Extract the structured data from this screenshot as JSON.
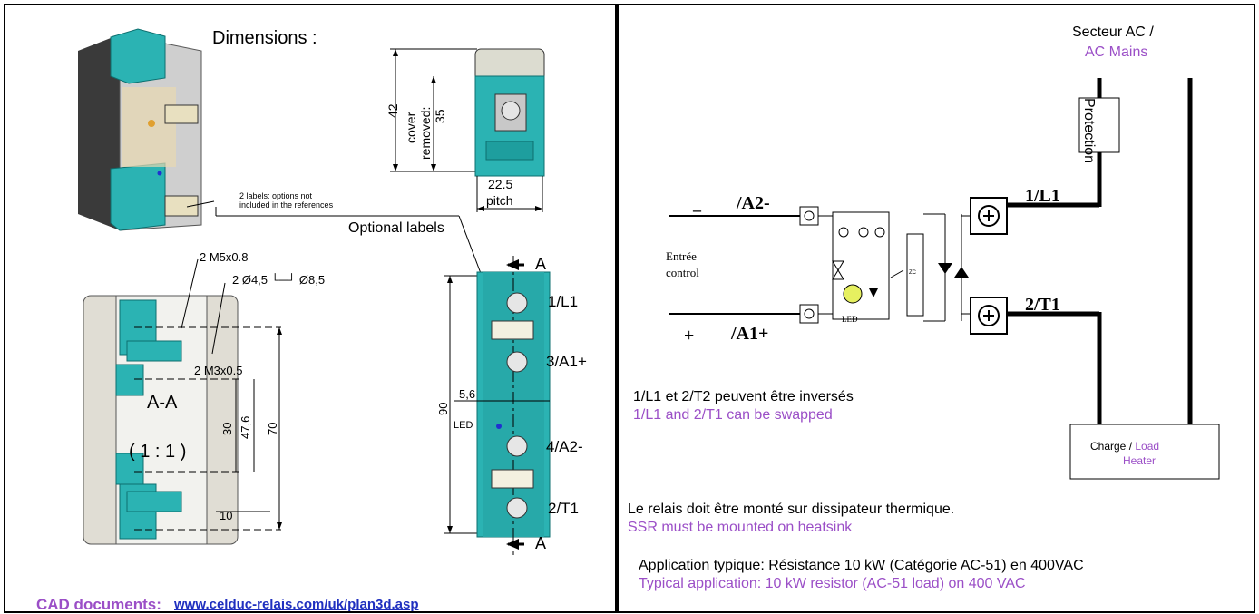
{
  "left": {
    "dimensions_title": "Dimensions :",
    "top_view": {
      "height": "42",
      "cover_removed_1": "cover",
      "cover_removed_2": "removed:",
      "cover_removed_3": "35",
      "pitch_value": "22.5",
      "pitch_label": "pitch"
    },
    "label_note_1": "2 labels: options not",
    "label_note_2": "included  in the references",
    "optional_labels": "Optional labels",
    "side_view": {
      "m5": "2 M5x0.8",
      "holes": "2 Ø4,5 └─┘ Ø8,5",
      "m3": "2 M3x0.5",
      "section": "A-A",
      "scale": "( 1 : 1 )",
      "dim_30": "30",
      "dim_476": "47,6",
      "dim_70": "70",
      "dim_10": "10"
    },
    "front_view": {
      "section_a_top": "A",
      "section_a_bottom": "A",
      "dim_90": "90",
      "dim_56": "5,6",
      "led": "LED",
      "terminals": [
        "1/L1",
        "3/A1+",
        "4/A2-",
        "2/T1"
      ]
    },
    "cad_label": "CAD documents:",
    "cad_link": "www.celduc-relais.com/uk/plan3d.asp"
  },
  "right": {
    "mains_fr": "Secteur AC /",
    "mains_en": "AC Mains",
    "protection": "Protection",
    "minus": "–",
    "a2": "/A2-",
    "plus": "+",
    "a1": "/A1+",
    "entry_1": "Entrée",
    "entry_2": "control",
    "led": "LED",
    "zc": "ZC",
    "l1": "1/L1",
    "t1": "2/T1",
    "swap_fr": "1/L1 et 2/T2 peuvent être inversés",
    "swap_en": "1/L1 and 2/T1 can be swapped",
    "charge_fr": "Charge / ",
    "charge_en_1": "Load",
    "charge_en_2": "Heater",
    "heatsink_fr": "Le relais doit être monté sur dissipateur thermique.",
    "heatsink_en": "SSR must be mounted on heatsink",
    "app_fr": "Application typique: Résistance 10 kW (Catégorie AC-51) en 400VAC",
    "app_en": "Typical application: 10 kW resistor (AC-51 load) on 400 VAC"
  },
  "colors": {
    "teal": "#2bb3b3",
    "teal_dark": "#138a8a",
    "purple": "#9b4fc7",
    "link": "#1f2fbf"
  }
}
